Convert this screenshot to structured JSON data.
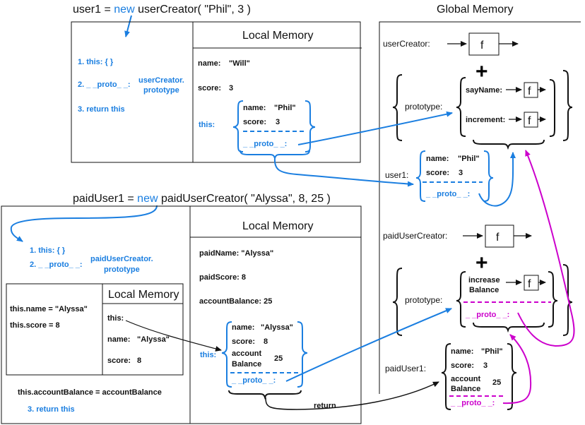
{
  "top": {
    "call_prefix": "user1 = ",
    "call_new": "new",
    "call_rest": " userCreator( \"Phil\", 3 )",
    "steps": {
      "step1": "1. this: {  }",
      "step2": "2. _ _proto_ _:",
      "step2_target_1": "userCreator.",
      "step2_target_2": "prototype",
      "step3": "3. return this"
    },
    "local_memory": {
      "title": "Local Memory",
      "name_label": "name:",
      "name_value": "\"Will\"",
      "score_label": "score:",
      "score_value": "3",
      "this_label": "this:",
      "obj_name_label": "name:",
      "obj_name_value": "\"Phil\"",
      "obj_score_label": "score:",
      "obj_score_value": "3",
      "obj_proto": "_ _proto_ _:"
    }
  },
  "bottom": {
    "call_prefix": "paidUser1 = ",
    "call_new": "new",
    "call_rest": " paidUserCreator( \"Alyssa\", 8, 25 )",
    "steps": {
      "step1": "1. this: {  }",
      "step2": "2. _ _proto_ _:",
      "step2_target_1": "paidUserCreator.",
      "step2_target_2": "prototype",
      "step3": "3. return this"
    },
    "inner": {
      "line1": "this.name = \"Alyssa\"",
      "line2": "this.score = 8",
      "title": "Local Memory",
      "this_label": "this:",
      "name_label": "name:",
      "name_value": "\"Alyssa\"",
      "score_label": "score:",
      "score_value": "8"
    },
    "account_line": "this.accountBalance = accountBalance",
    "local_memory": {
      "title": "Local Memory",
      "paidName": "paidName: \"Alyssa\"",
      "paidScore": "paidScore: 8",
      "accountBalance": "accountBalance: 25",
      "this_label": "this:",
      "obj_name_label": "name:",
      "obj_name_value": "\"Alyssa\"",
      "obj_score_label": "score:",
      "obj_score_value": "8",
      "obj_account_1": "account",
      "obj_account_2": "Balance",
      "obj_account_value": "25",
      "obj_proto": "_ _proto_ _:"
    },
    "return_label": "return"
  },
  "global": {
    "title": "Global Memory",
    "userCreator_label": "userCreator:",
    "f_glyph": "f",
    "plus_glyph": "+",
    "prototype_label": "prototype:",
    "sayName_label": "sayName:",
    "increment_label": "increment:",
    "user1_label": "user1:",
    "user1_name_label": "name:",
    "user1_name_value": "\"Phil\"",
    "user1_score_label": "score:",
    "user1_score_value": "3",
    "user1_proto": "_ _proto_ _:",
    "paidUserCreator_label": "paidUserCreator:",
    "prototype2_label": "prototype:",
    "increase_1": "increase",
    "increase_2": "Balance",
    "proto2": "_ _proto_ _:",
    "paidUser1_label": "paidUser1:",
    "p1_name_label": "name:",
    "p1_name_value": "\"Phil\"",
    "p1_score_label": "score:",
    "p1_score_value": "3",
    "p1_account_1": "account",
    "p1_account_2": "Balance",
    "p1_account_value": "25",
    "p1_proto": "_ _proto_ _:"
  },
  "colors": {
    "blue": "#1a7ee0",
    "pink": "#cc00cc",
    "black": "#111111"
  }
}
